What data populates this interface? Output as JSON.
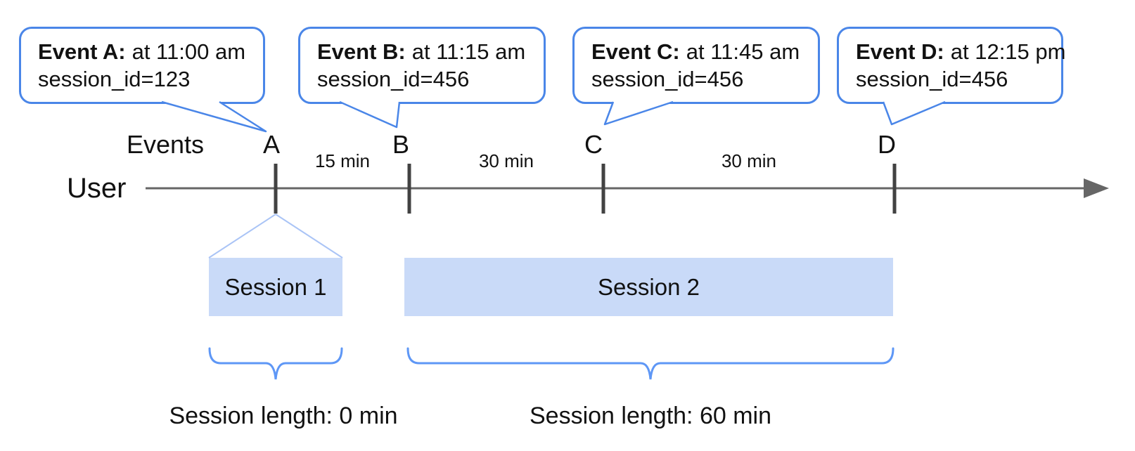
{
  "axis": {
    "events_label": "Events",
    "user_label": "User"
  },
  "events": [
    {
      "tick": "A",
      "label": "Event A:",
      "time": "at 11:00 am",
      "session": "session_id=123"
    },
    {
      "tick": "B",
      "label": "Event B:",
      "time": "at 11:15 am",
      "session": "session_id=456"
    },
    {
      "tick": "C",
      "label": "Event C:",
      "time": "at 11:45 am",
      "session": "session_id=456"
    },
    {
      "tick": "D",
      "label": "Event D:",
      "time": "at 12:15 pm",
      "session": "session_id=456"
    }
  ],
  "intervals": [
    "15 min",
    "30 min",
    "30 min"
  ],
  "sessions": [
    {
      "name": "Session 1",
      "length": "Session length: 0 min"
    },
    {
      "name": "Session 2",
      "length": "Session length: 60 min"
    }
  ],
  "colors": {
    "bubble_border": "#4a86e8",
    "session_fill": "#c9daf8",
    "brace": "#5e97f6",
    "timeline": "#666666",
    "tick": "#424242",
    "funnel": "#aac4f6"
  }
}
